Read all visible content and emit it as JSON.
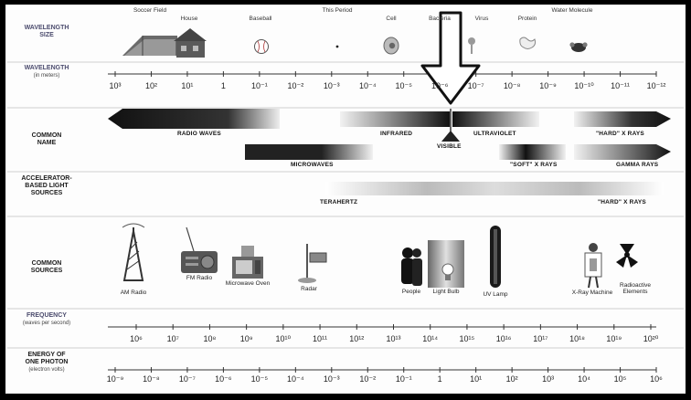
{
  "rows": {
    "wavelength_size": {
      "line1": "WAVELENGTH",
      "line2": "SIZE"
    },
    "wavelength": {
      "line1": "WAVELENGTH",
      "unit": "(in meters)"
    },
    "common_name": {
      "line1": "COMMON",
      "line2": "NAME"
    },
    "accelerator": {
      "line1": "ACCELERATOR-",
      "line2": "BASED LIGHT",
      "line3": "SOURCES"
    },
    "common_sources": {
      "line1": "COMMON",
      "line2": "SOURCES"
    },
    "frequency": {
      "line1": "FREQUENCY",
      "unit": "(waves per second)"
    },
    "energy": {
      "line1": "ENERGY OF",
      "line2": "ONE PHOTON",
      "unit": "(electron volts)"
    }
  },
  "size_objects": [
    "Soccer Field",
    "House",
    "Baseball",
    "This Period",
    "Cell",
    "Bacteria",
    "Virus",
    "Protein",
    "Water Molecule"
  ],
  "wavelength_ticks": [
    "10³",
    "10²",
    "10¹",
    "1",
    "10⁻¹",
    "10⁻²",
    "10⁻³",
    "10⁻⁴",
    "10⁻⁵",
    "10⁻⁶",
    "10⁻⁷",
    "10⁻⁸",
    "10⁻⁹",
    "10⁻¹⁰",
    "10⁻¹¹",
    "10⁻¹²"
  ],
  "bands": {
    "radio": "RADIO WAVES",
    "infrared": "INFRARED",
    "ultraviolet": "ULTRAVIOLET",
    "hard_xray": "\"HARD\" X RAYS",
    "visible": "VISIBLE",
    "microwaves": "MICROWAVES",
    "soft_xray": "\"SOFT\" X RAYS",
    "gamma": "GAMMA RAYS",
    "terahertz": "TERAHERTZ",
    "hard_xray_acc": "\"HARD\" X RAYS"
  },
  "sources": [
    "AM Radio",
    "FM Radio",
    "Microwave Oven",
    "Radar",
    "People",
    "Light Bulb",
    "UV Lamp",
    "X-Ray Machine",
    "Radioactive Elements"
  ],
  "frequency_ticks": [
    "10⁶",
    "10⁷",
    "10⁸",
    "10⁹",
    "10¹⁰",
    "10¹¹",
    "10¹²",
    "10¹³",
    "10¹⁴",
    "10¹⁵",
    "10¹⁶",
    "10¹⁷",
    "10¹⁸",
    "10¹⁹",
    "10²⁰"
  ],
  "energy_ticks": [
    "10⁻⁹",
    "10⁻⁸",
    "10⁻⁷",
    "10⁻⁶",
    "10⁻⁵",
    "10⁻⁴",
    "10⁻³",
    "10⁻²",
    "10⁻¹",
    "1",
    "10¹",
    "10²",
    "10³",
    "10⁴",
    "10⁵",
    "10⁶"
  ]
}
